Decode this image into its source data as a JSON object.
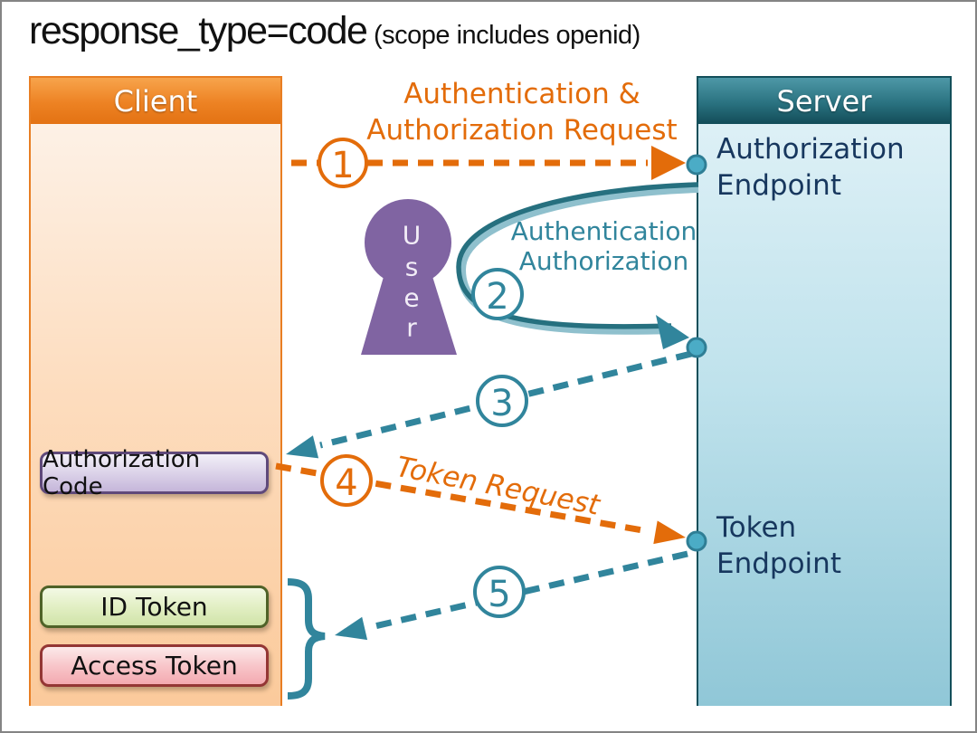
{
  "title": {
    "main": "response_type=code",
    "sub": " (scope includes openid)"
  },
  "client": {
    "header": "Client",
    "authorization_code": "Authorization Code",
    "id_token": "ID Token",
    "access_token": "Access Token"
  },
  "server": {
    "header": "Server",
    "authorization_endpoint": "Authorization Endpoint",
    "token_endpoint": "Token Endpoint"
  },
  "user": {
    "letters": [
      "U",
      "s",
      "e",
      "r"
    ]
  },
  "labels": {
    "auth_request_line1": "Authentication &",
    "auth_request_line2": "Authorization Request",
    "authn": "Authentication",
    "authz": "Authorization",
    "token_request": "Token Request"
  },
  "steps": [
    "1",
    "2",
    "3",
    "4",
    "5"
  ],
  "colors": {
    "orange_accent": "#E36C0A",
    "teal_accent": "#31859C",
    "navy_text": "#17375E",
    "purple_user": "#8064A2",
    "client_border": "#E87E23",
    "server_border": "#134F5A",
    "dot_fill": "#4BACC6"
  }
}
